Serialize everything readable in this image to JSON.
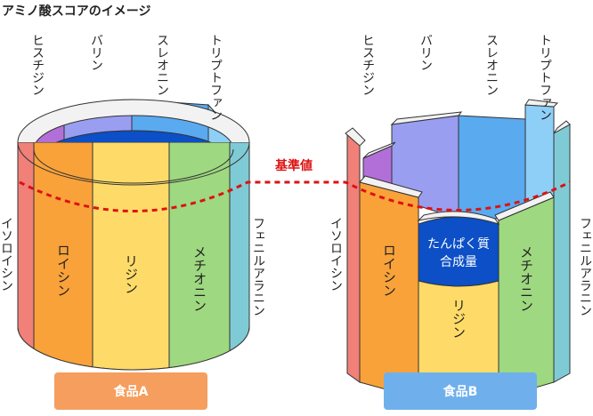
{
  "title": "アミノ酸スコアのイメージ",
  "threshold_label": "基準値",
  "center_label": [
    "たんぱく質",
    "合成量"
  ],
  "containers": [
    {
      "name": "食品A"
    },
    {
      "name": "食品B"
    }
  ],
  "amino_acids": [
    {
      "name": "イソロイシン",
      "color": "#f08078"
    },
    {
      "name": "ロイシン",
      "color": "#f9a23a"
    },
    {
      "name": "リジン",
      "color": "#fedb68"
    },
    {
      "name": "メチオニン",
      "color": "#9ed880"
    },
    {
      "name": "フェニルアラニン",
      "color": "#7fcbd5"
    },
    {
      "name": "トリプトファン",
      "color": "#8ecff8"
    },
    {
      "name": "スレオニン",
      "color": "#5aaaf0"
    },
    {
      "name": "バリン",
      "color": "#9a9ef0"
    },
    {
      "name": "ヒスチジン",
      "color": "#b26fd8"
    }
  ],
  "colors": {
    "threshold_line": "#dd1111",
    "protein_fill": "#0c4fc6",
    "tag_a": "#f59e5e",
    "tag_b": "#6fb0ec"
  }
}
